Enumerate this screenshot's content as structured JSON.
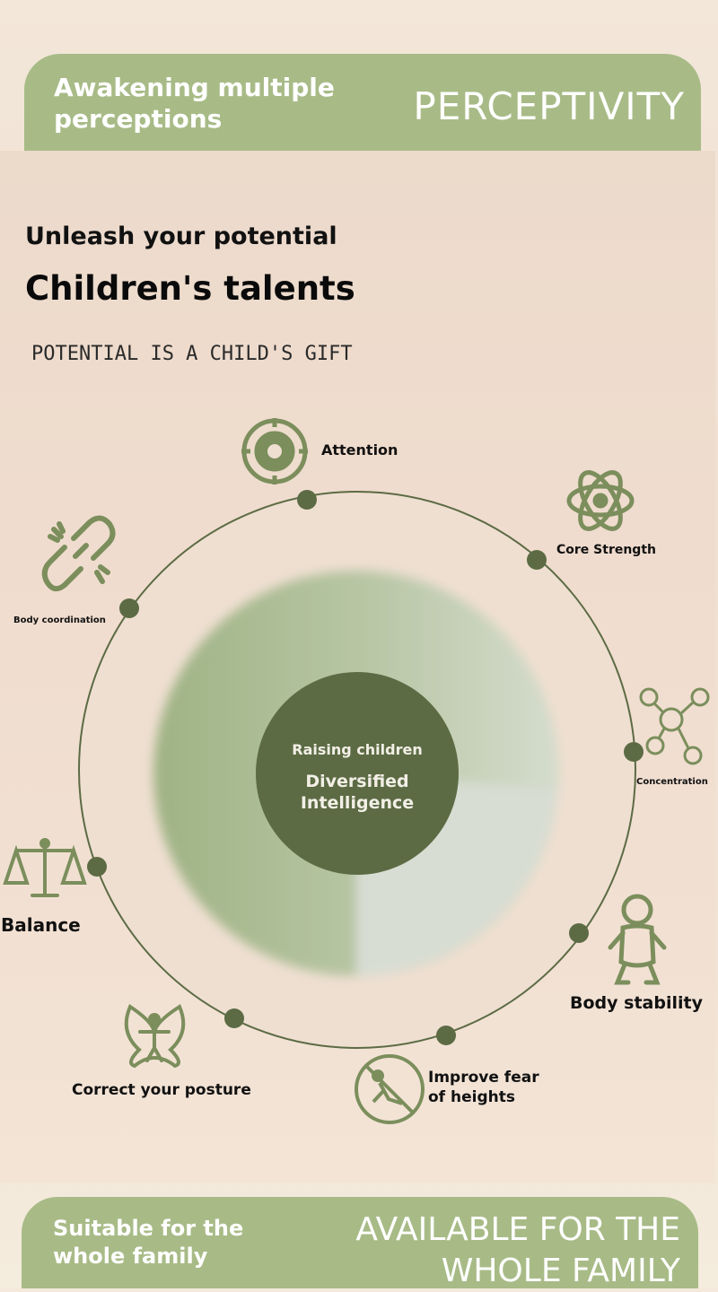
{
  "top_banner": {
    "left_text": "Awakening multiple perceptions",
    "right_text": "PERCEPTIVITY"
  },
  "headings": {
    "line1": "Unleash your potential",
    "line2": "Children's talents",
    "tagline": "POTENTIAL IS A CHILD'S GIFT"
  },
  "center": {
    "line1": "Raising children",
    "line2": "Diversified",
    "line3": "Intelligence"
  },
  "abilities": {
    "attention": "Attention",
    "core_strength": "Core Strength",
    "concentration": "Concentration",
    "body_stability": "Body stability",
    "fear_line1": "Improve fear",
    "fear_line2": "of heights",
    "posture": "Correct your posture",
    "balance": "Balance",
    "coordination": "Body coordination"
  },
  "bottom_banner": {
    "left_text": "Suitable for the whole family",
    "right_text": "AVAILABLE FOR THE WHOLE FAMILY"
  },
  "colors": {
    "accent": "#a8bb87",
    "dark_green": "#5c6b44",
    "icon_green": "#7b8e5c"
  }
}
